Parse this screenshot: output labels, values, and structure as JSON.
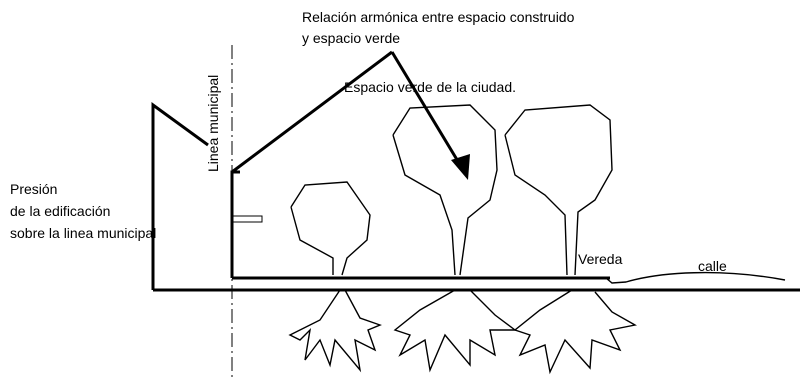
{
  "labels": {
    "relation_line1": "Relación armónica entre espacio construido",
    "relation_line2": "y espacio verde",
    "green_space": "Espacio verde de la ciudad.",
    "municipal_line": "Linea municipal",
    "pressure_line1": "Presión",
    "pressure_line2": "de la edificación",
    "pressure_line3": "sobre la linea municipal",
    "sidewalk": "Vereda",
    "street": "calle"
  },
  "colors": {
    "stroke": "#000000",
    "background": "#ffffff"
  }
}
